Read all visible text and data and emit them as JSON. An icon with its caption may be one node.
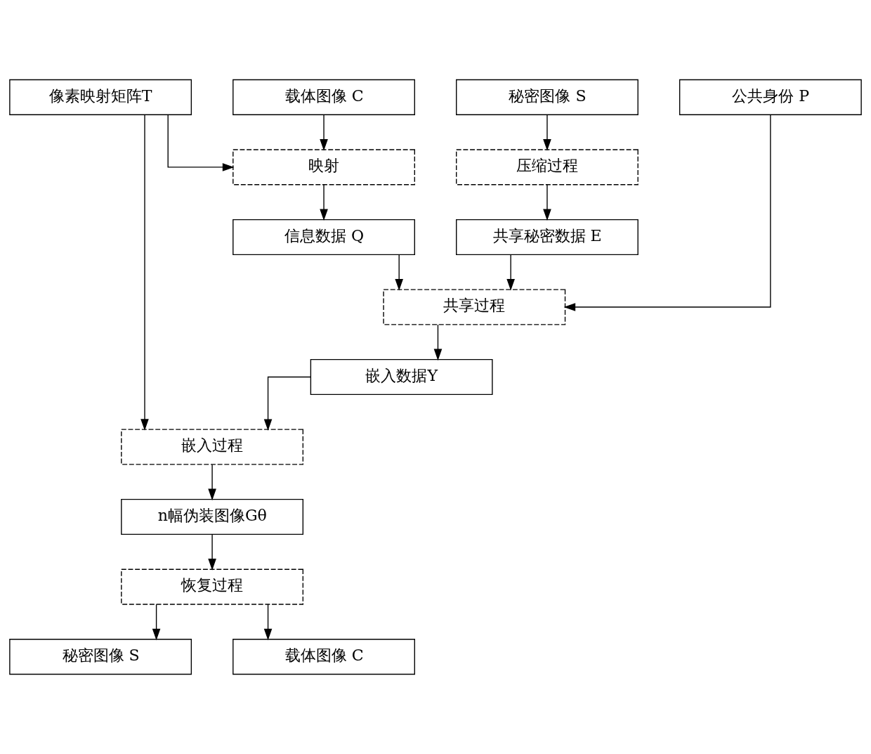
{
  "diagram": {
    "nodes": [
      {
        "text": [
          "秘密图像 S"
        ]
      },
      {
        "text": [
          "载体图像 C"
        ]
      },
      {
        "text": [
          "像素映射矩阵T"
        ]
      },
      {
        "text": [
          "公共身份 P"
        ]
      },
      {
        "text": [
          "压缩过程"
        ]
      },
      {
        "text": [
          "映射"
        ]
      },
      {
        "text": [
          "共享秘密数据 E"
        ]
      },
      {
        "text": [
          "信息数据 Q"
        ]
      },
      {
        "text": [
          "共享过程"
        ]
      },
      {
        "text": [
          "嵌入数据Y"
        ]
      },
      {
        "text": [
          "嵌入过程"
        ]
      },
      {
        "text": [
          "n幅伪装图像Gθ"
        ]
      },
      {
        "text": [
          "恢复过程"
        ]
      },
      {
        "text": [
          "秘密图像 S"
        ]
      },
      {
        "text": [
          "载体图像 C"
        ]
      }
    ],
    "edges": [
      {
        "from": 0,
        "to": 4,
        "arrow": "to"
      },
      {
        "from": 1,
        "to": 5,
        "arrow": "to"
      },
      {
        "from": 2,
        "to": 5,
        "arrow": "to"
      },
      {
        "from": 4,
        "to": 6,
        "arrow": "to"
      },
      {
        "from": 5,
        "to": 7,
        "arrow": "to"
      },
      {
        "from": 6,
        "to": 8,
        "arrow": "to"
      },
      {
        "from": 7,
        "to": 8,
        "arrow": "to"
      },
      {
        "from": 3,
        "to": 8,
        "arrow": "to"
      },
      {
        "from": 8,
        "to": 9,
        "arrow": "to"
      },
      {
        "from": 9,
        "to": 10,
        "arrow": "to"
      },
      {
        "from": 2,
        "to": 10,
        "arrow": "to"
      },
      {
        "from": 10,
        "to": 11,
        "arrow": "to"
      },
      {
        "from": 11,
        "to": 12,
        "arrow": "to"
      },
      {
        "from": 12,
        "to": 13,
        "arrow": "to"
      },
      {
        "from": 12,
        "to": 14,
        "arrow": "to"
      }
    ]
  }
}
